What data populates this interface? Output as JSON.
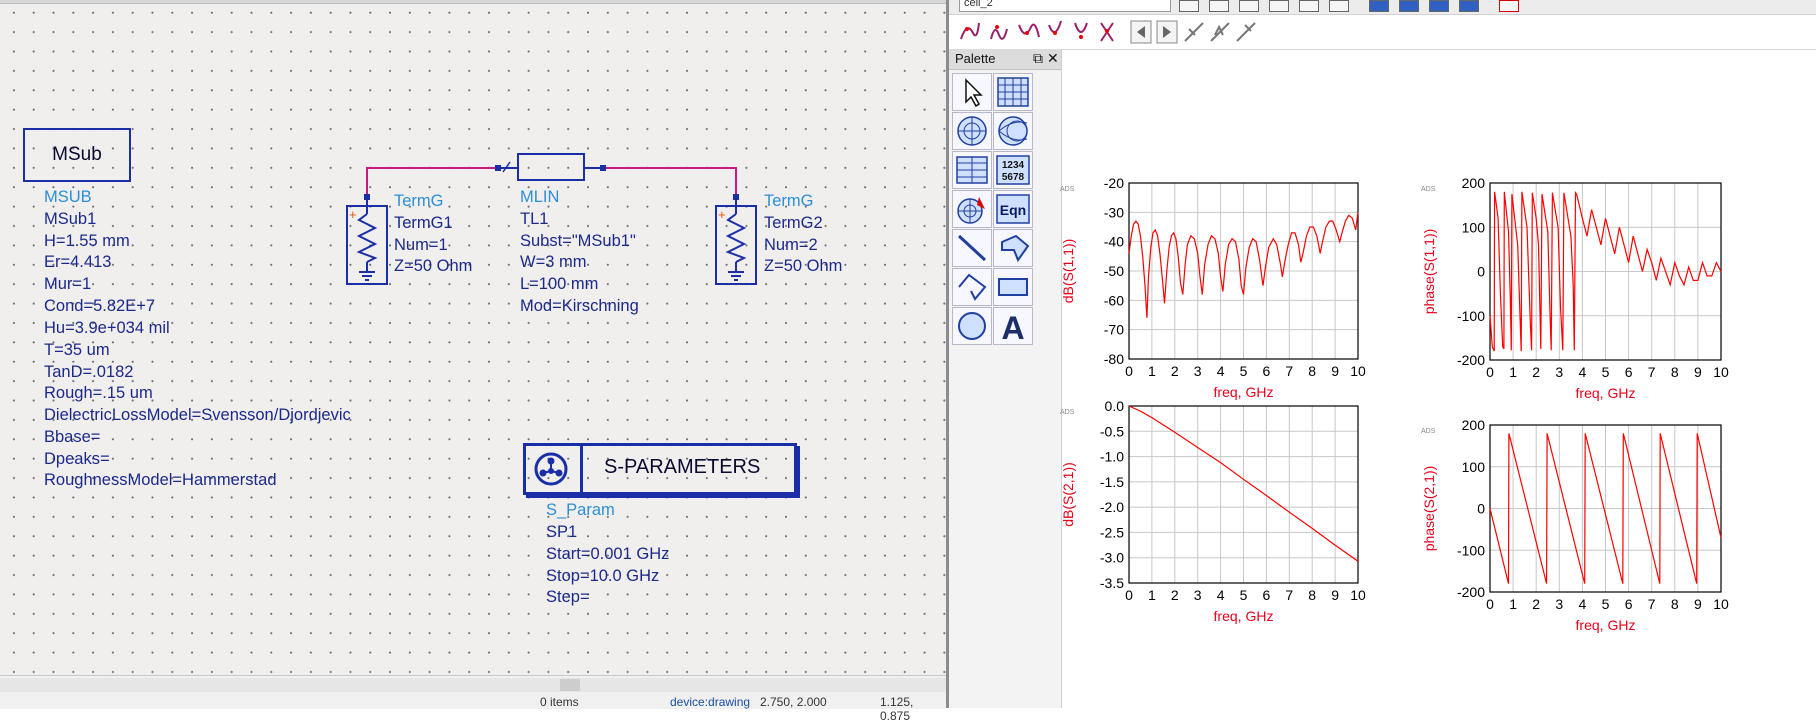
{
  "window": {
    "combo_text": "cell_2"
  },
  "schematic": {
    "msub_box": {
      "label": "MSub"
    },
    "msub": {
      "title": "MSUB",
      "lines": [
        "MSub1",
        "H=1.55 mm",
        "Er=4.413",
        "Mur=1",
        "Cond=5.82E+7",
        "Hu=3.9e+034 mil",
        "T=35 um",
        "TanD=.0182",
        "Rough=.15 um",
        "DielectricLossModel=Svensson/Djordjevic",
        "Bbase=",
        "Dpeaks=",
        "RoughnessModel=Hammerstad"
      ]
    },
    "term1": {
      "title": "TermG",
      "lines": [
        "TermG1",
        "Num=1",
        "Z=50 Ohm"
      ]
    },
    "term2": {
      "title": "TermG",
      "lines": [
        "TermG2",
        "Num=2",
        "Z=50 Ohm"
      ]
    },
    "mlin": {
      "title": "MLIN",
      "lines": [
        "TL1",
        "Subst=\"MSub1\"",
        "W=3 mm",
        "L=100 mm",
        "Mod=Kirschning"
      ]
    },
    "sparam_box": {
      "label": "S-PARAMETERS"
    },
    "sparam": {
      "title": "S_Param",
      "lines": [
        "SP1",
        "Start=0.001 GHz",
        "Stop=10.0 GHz",
        "Step="
      ]
    },
    "colors": {
      "component_text": "#1a2a8a",
      "component_title": "#2c8fd6",
      "wire": "#c41d7f",
      "symbol": "#1a2ea8"
    }
  },
  "statusbar": {
    "items": "0 items",
    "mode": "device:drawing",
    "coord1": "2.750, 2.000",
    "coord2": "1.125, 0.875"
  },
  "palette": {
    "title": "Palette",
    "buttons": [
      "pointer-icon",
      "rectangular-plot-icon",
      "polar-plot-icon",
      "smith-chart-icon",
      "list-table-icon",
      "stack-table-icon",
      "antenna-plot-icon",
      "equation-icon",
      "line-icon",
      "polygon-icon",
      "polyline-icon",
      "rectangle-icon",
      "circle-icon",
      "text-icon"
    ],
    "stack_text": "1234\n5678",
    "eqn_text": "Eqn",
    "text_glyph": "A"
  },
  "chart_data": [
    {
      "type": "line",
      "ylabel": "dB(S(1,1))",
      "xlabel": "freq, GHz",
      "xlim": [
        0,
        10
      ],
      "ylim": [
        -80,
        -20
      ],
      "xticks": [
        0,
        1,
        2,
        3,
        4,
        5,
        6,
        7,
        8,
        9,
        10
      ],
      "yticks": [
        -20,
        -30,
        -40,
        -50,
        -60,
        -70,
        -80
      ],
      "corner_label": "ADS",
      "series": [
        {
          "values": [
            [
              0.0,
              -44
            ],
            [
              0.1,
              -38
            ],
            [
              0.2,
              -34
            ],
            [
              0.3,
              -33
            ],
            [
              0.4,
              -34
            ],
            [
              0.5,
              -38
            ],
            [
              0.6,
              -45
            ],
            [
              0.7,
              -55
            ],
            [
              0.78,
              -66
            ],
            [
              0.85,
              -52
            ],
            [
              0.95,
              -42
            ],
            [
              1.05,
              -37
            ],
            [
              1.15,
              -36
            ],
            [
              1.25,
              -38
            ],
            [
              1.35,
              -44
            ],
            [
              1.45,
              -52
            ],
            [
              1.55,
              -61
            ],
            [
              1.65,
              -50
            ],
            [
              1.75,
              -42
            ],
            [
              1.85,
              -38
            ],
            [
              1.95,
              -37
            ],
            [
              2.05,
              -39
            ],
            [
              2.15,
              -45
            ],
            [
              2.25,
              -54
            ],
            [
              2.35,
              -58
            ],
            [
              2.45,
              -48
            ],
            [
              2.55,
              -41
            ],
            [
              2.7,
              -38
            ],
            [
              2.85,
              -39
            ],
            [
              3.0,
              -44
            ],
            [
              3.1,
              -52
            ],
            [
              3.2,
              -58
            ],
            [
              3.3,
              -48
            ],
            [
              3.45,
              -41
            ],
            [
              3.6,
              -38
            ],
            [
              3.75,
              -39
            ],
            [
              3.9,
              -44
            ],
            [
              4.0,
              -52
            ],
            [
              4.1,
              -57
            ],
            [
              4.2,
              -48
            ],
            [
              4.35,
              -41
            ],
            [
              4.5,
              -39
            ],
            [
              4.65,
              -40
            ],
            [
              4.8,
              -46
            ],
            [
              4.9,
              -55
            ],
            [
              5.0,
              -58
            ],
            [
              5.1,
              -49
            ],
            [
              5.25,
              -42
            ],
            [
              5.4,
              -39
            ],
            [
              5.55,
              -40
            ],
            [
              5.7,
              -46
            ],
            [
              5.85,
              -55
            ],
            [
              5.95,
              -49
            ],
            [
              6.1,
              -42
            ],
            [
              6.3,
              -39
            ],
            [
              6.45,
              -41
            ],
            [
              6.6,
              -47
            ],
            [
              6.7,
              -52
            ],
            [
              6.8,
              -47
            ],
            [
              6.95,
              -41
            ],
            [
              7.1,
              -37
            ],
            [
              7.25,
              -37
            ],
            [
              7.4,
              -41
            ],
            [
              7.5,
              -47
            ],
            [
              7.6,
              -44
            ],
            [
              7.75,
              -38
            ],
            [
              7.9,
              -35
            ],
            [
              8.05,
              -35
            ],
            [
              8.2,
              -38
            ],
            [
              8.35,
              -44
            ],
            [
              8.45,
              -40
            ],
            [
              8.6,
              -35
            ],
            [
              8.75,
              -33
            ],
            [
              8.9,
              -33
            ],
            [
              9.05,
              -36
            ],
            [
              9.2,
              -40
            ],
            [
              9.3,
              -37
            ],
            [
              9.45,
              -33
            ],
            [
              9.6,
              -31
            ],
            [
              9.75,
              -32
            ],
            [
              9.9,
              -36
            ],
            [
              10.0,
              -30
            ]
          ]
        }
      ]
    },
    {
      "type": "line",
      "ylabel": "phase(S(1,1))",
      "xlabel": "freq, GHz",
      "xlim": [
        0,
        10
      ],
      "ylim": [
        -200,
        200
      ],
      "xticks": [
        0,
        1,
        2,
        3,
        4,
        5,
        6,
        7,
        8,
        9,
        10
      ],
      "yticks": [
        200,
        100,
        0,
        -100,
        -200
      ],
      "corner_label": "ADS",
      "series": [
        {
          "values": [
            [
              0.0,
              -100
            ],
            [
              0.1,
              -170
            ],
            [
              0.18,
              -180
            ],
            [
              0.2,
              180
            ],
            [
              0.35,
              120
            ],
            [
              0.45,
              -50
            ],
            [
              0.55,
              -170
            ],
            [
              0.6,
              -175
            ],
            [
              0.62,
              180
            ],
            [
              0.8,
              90
            ],
            [
              0.88,
              -60
            ],
            [
              0.92,
              -178
            ],
            [
              0.95,
              175
            ],
            [
              1.2,
              60
            ],
            [
              1.3,
              -100
            ],
            [
              1.35,
              -180
            ],
            [
              1.38,
              180
            ],
            [
              1.6,
              100
            ],
            [
              1.75,
              -120
            ],
            [
              1.8,
              -178
            ],
            [
              1.83,
              178
            ],
            [
              2.0,
              120
            ],
            [
              2.1,
              60
            ],
            [
              2.15,
              -60
            ],
            [
              2.2,
              -175
            ],
            [
              2.25,
              175
            ],
            [
              2.5,
              90
            ],
            [
              2.6,
              -100
            ],
            [
              2.65,
              -178
            ],
            [
              2.7,
              178
            ],
            [
              2.95,
              100
            ],
            [
              3.05,
              -80
            ],
            [
              3.15,
              -178
            ],
            [
              3.2,
              178
            ],
            [
              3.5,
              80
            ],
            [
              3.6,
              -30
            ],
            [
              3.65,
              -178
            ],
            [
              3.7,
              178
            ],
            [
              3.75,
              175
            ],
            [
              4.0,
              120
            ],
            [
              4.2,
              80
            ],
            [
              4.4,
              140
            ],
            [
              4.6,
              100
            ],
            [
              4.8,
              60
            ],
            [
              5.0,
              120
            ],
            [
              5.2,
              80
            ],
            [
              5.4,
              40
            ],
            [
              5.6,
              100
            ],
            [
              5.8,
              60
            ],
            [
              6.0,
              20
            ],
            [
              6.2,
              80
            ],
            [
              6.4,
              40
            ],
            [
              6.6,
              0
            ],
            [
              6.8,
              50
            ],
            [
              7.0,
              20
            ],
            [
              7.2,
              -20
            ],
            [
              7.4,
              30
            ],
            [
              7.6,
              0
            ],
            [
              7.8,
              -30
            ],
            [
              8.0,
              20
            ],
            [
              8.2,
              -10
            ],
            [
              8.4,
              -30
            ],
            [
              8.6,
              10
            ],
            [
              8.8,
              -20
            ],
            [
              9.0,
              -20
            ],
            [
              9.2,
              20
            ],
            [
              9.4,
              -10
            ],
            [
              9.6,
              -10
            ],
            [
              9.8,
              20
            ],
            [
              10.0,
              0
            ]
          ]
        }
      ]
    },
    {
      "type": "line",
      "ylabel": "dB(S(2,1))",
      "xlabel": "freq, GHz",
      "xlim": [
        0,
        10
      ],
      "ylim": [
        -3.5,
        0.0
      ],
      "xticks": [
        0,
        1,
        2,
        3,
        4,
        5,
        6,
        7,
        8,
        9,
        10
      ],
      "yticks": [
        0.0,
        -0.5,
        -1.0,
        -1.5,
        -2.0,
        -2.5,
        -3.0,
        -3.5
      ],
      "corner_label": "ADS",
      "series": [
        {
          "values": [
            [
              0.0,
              0.0
            ],
            [
              0.5,
              -0.1
            ],
            [
              1.0,
              -0.23
            ],
            [
              2.0,
              -0.52
            ],
            [
              3.0,
              -0.82
            ],
            [
              4.0,
              -1.12
            ],
            [
              5.0,
              -1.45
            ],
            [
              6.0,
              -1.77
            ],
            [
              7.0,
              -2.1
            ],
            [
              8.0,
              -2.42
            ],
            [
              9.0,
              -2.75
            ],
            [
              10.0,
              -3.07
            ]
          ]
        }
      ]
    },
    {
      "type": "line",
      "ylabel": "phase(S(2,1))",
      "xlabel": "freq, GHz",
      "xlim": [
        0,
        10
      ],
      "ylim": [
        -200,
        200
      ],
      "xticks": [
        0,
        1,
        2,
        3,
        4,
        5,
        6,
        7,
        8,
        9,
        10
      ],
      "yticks": [
        200,
        100,
        0,
        -100,
        -200
      ],
      "corner_label": "ADS",
      "series": [
        {
          "values": [
            [
              0.0,
              0
            ],
            [
              0.8,
              -180
            ],
            [
              0.82,
              180
            ],
            [
              2.45,
              -180
            ],
            [
              2.47,
              180
            ],
            [
              4.1,
              -180
            ],
            [
              4.12,
              180
            ],
            [
              5.75,
              -180
            ],
            [
              5.77,
              180
            ],
            [
              7.35,
              -180
            ],
            [
              7.37,
              180
            ],
            [
              8.95,
              -180
            ],
            [
              8.97,
              180
            ],
            [
              10.0,
              -70
            ]
          ]
        }
      ]
    }
  ],
  "plot_colors": {
    "trace": "#ff0000",
    "axis_text": "#e8001a",
    "tick_text": "#000000",
    "grid": "#c8c8c8"
  }
}
